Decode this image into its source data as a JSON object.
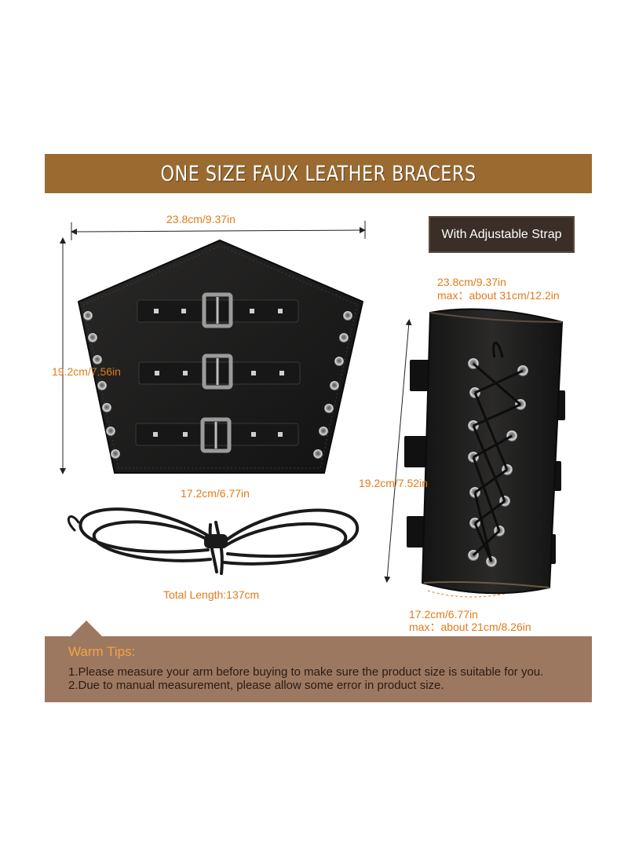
{
  "banner": {
    "title": "ONE SIZE FAUX LEATHER BRACERS"
  },
  "left_bracer": {
    "top_width": "23.8cm/9.37in",
    "height": "19.2cm/7.56in",
    "bottom_width": "17.2cm/6.77in"
  },
  "lace": {
    "total_length": "Total Length:137cm"
  },
  "right_bracer": {
    "badge": "With Adjustable Strap",
    "top_width_line1": "23.8cm/9.37in",
    "top_width_line2": "max：about 31cm/12.2in",
    "height": "19.2cm/7.52in",
    "bottom_width_line1": "17.2cm/6.77in",
    "bottom_width_line2": "max：about 21cm/8.26in"
  },
  "tips": {
    "title": "Warm Tips:",
    "line1": "1.Please measure your arm before buying to make sure the product size is suitable for you.",
    "line2": "2.Due to manual measurement, please allow some error in product size."
  },
  "colors": {
    "banner_bg": "#9a6a30",
    "tips_bg": "#9d7860",
    "dimension_text": "#e07b1a",
    "badge_bg": "#3a2e26",
    "leather": "#1c1b1a"
  },
  "icons": [
    "left-bracer-image",
    "right-bracer-image",
    "lace-image",
    "dimension-arrows"
  ]
}
